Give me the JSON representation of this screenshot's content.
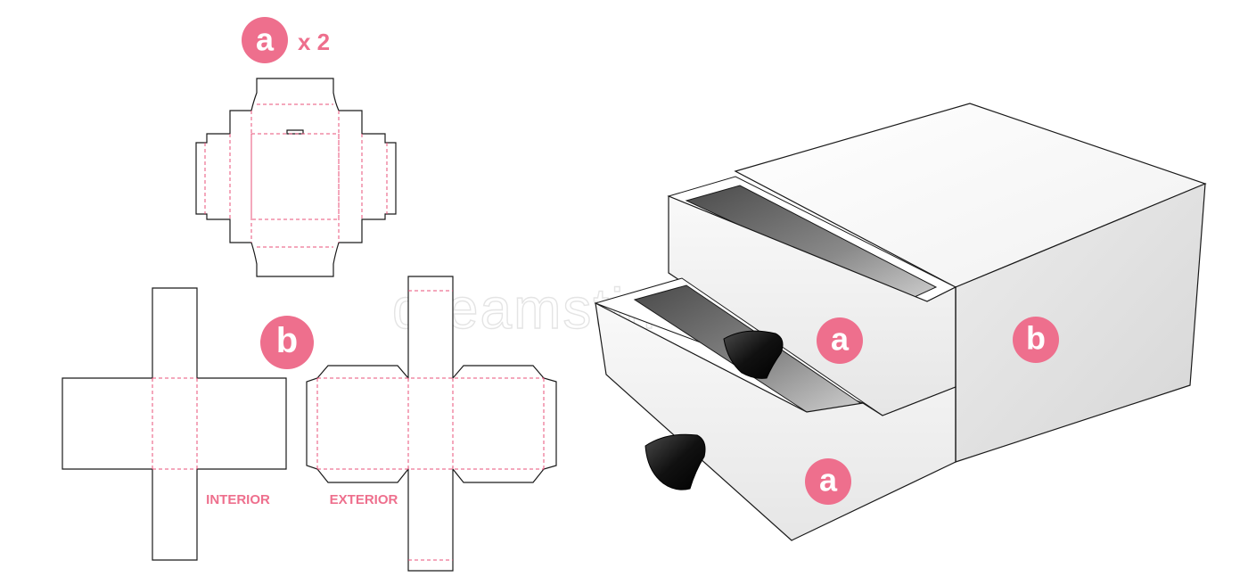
{
  "badges": {
    "tray_net": "a",
    "sleeve_net": "b",
    "drawer_top": "a",
    "drawer_bottom": "a",
    "sleeve_3d": "b"
  },
  "tray_quantity": "x 2",
  "net_labels": {
    "interior": "INTERIOR",
    "exterior": "EXTERIOR"
  },
  "watermark": "dreamstime",
  "colors": {
    "accent": "#ee6f8d",
    "fold_line": "#e8507a",
    "cut_line": "#1a1a1a",
    "handle": "#111111"
  }
}
